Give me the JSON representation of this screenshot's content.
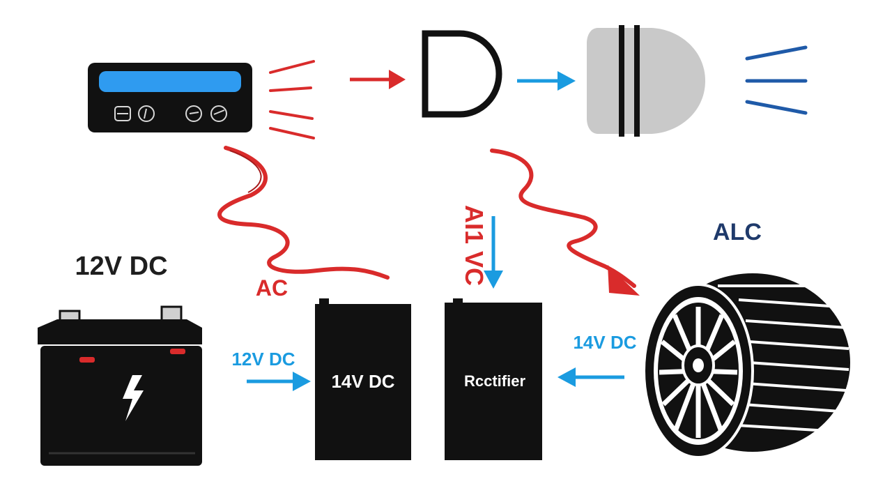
{
  "colors": {
    "background": "#ffffff",
    "black": "#111111",
    "red": "#d92b2b",
    "blue": "#1a9be0",
    "dark_blue": "#1f5aa8",
    "grey": "#c9c9c9",
    "display_blue": "#2f9bf0"
  },
  "labels": {
    "battery_voltage": "12V DC",
    "ac_left": "AC",
    "input_voltage": "12V DC",
    "box_left": "14V DC",
    "ac_rotated": "AI1 VC",
    "box_right": "Rcctifier",
    "output_voltage": "14V DC",
    "alt_label": "ALC"
  },
  "icons": {
    "control_panel": "control-panel-icon",
    "diode": "diode-d-icon",
    "bulb": "headlight-bulb-icon",
    "battery": "car-battery-icon",
    "alternator": "alternator-icon",
    "lightning": "lightning-bolt-icon"
  }
}
